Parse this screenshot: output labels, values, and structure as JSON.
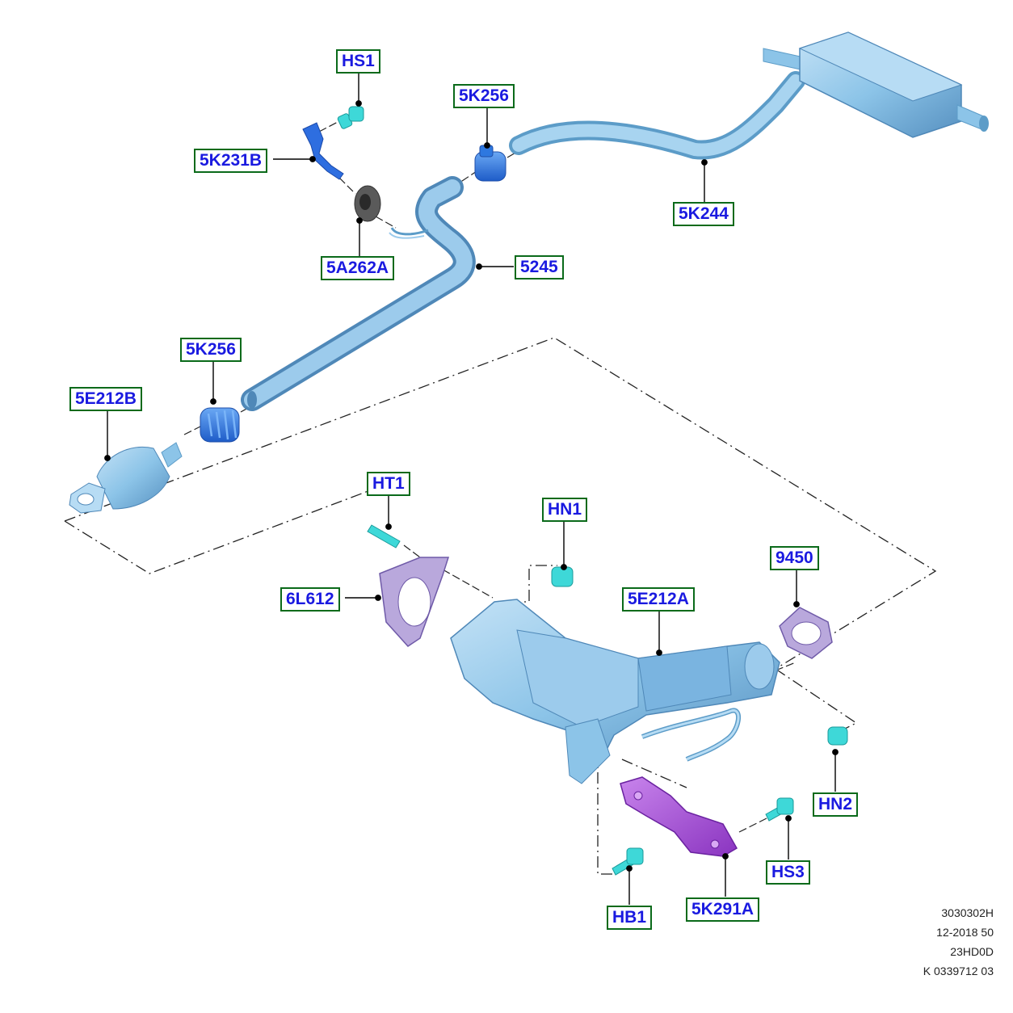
{
  "callouts": {
    "hs1": "HS1",
    "k256_top": "5K256",
    "k231b": "5K231B",
    "a262a": "5A262A",
    "k244": "5K244",
    "p5245": "5245",
    "k256_mid": "5K256",
    "e212b": "5E212B",
    "ht1": "HT1",
    "hn1": "HN1",
    "l612": "6L612",
    "e212a": "5E212A",
    "p9450": "9450",
    "hn2": "HN2",
    "hs3": "HS3",
    "hb1": "HB1",
    "k291a": "5K291A"
  },
  "reference": {
    "line1": "3030302H",
    "line2": "12-2018 50",
    "line3": "23HD0D",
    "line4": "K 0339712 03"
  },
  "colors": {
    "pipe": "#8cc4e8",
    "pipe_dark": "#5c9cc8",
    "clamp": "#2e78e0",
    "fastener": "#3ed8d8",
    "gasket": "#9c8cc8",
    "heatshield": "#a24cd8",
    "isolator": "#555555",
    "label_border": "#0a6a1a",
    "label_text": "#1a1ae0"
  }
}
